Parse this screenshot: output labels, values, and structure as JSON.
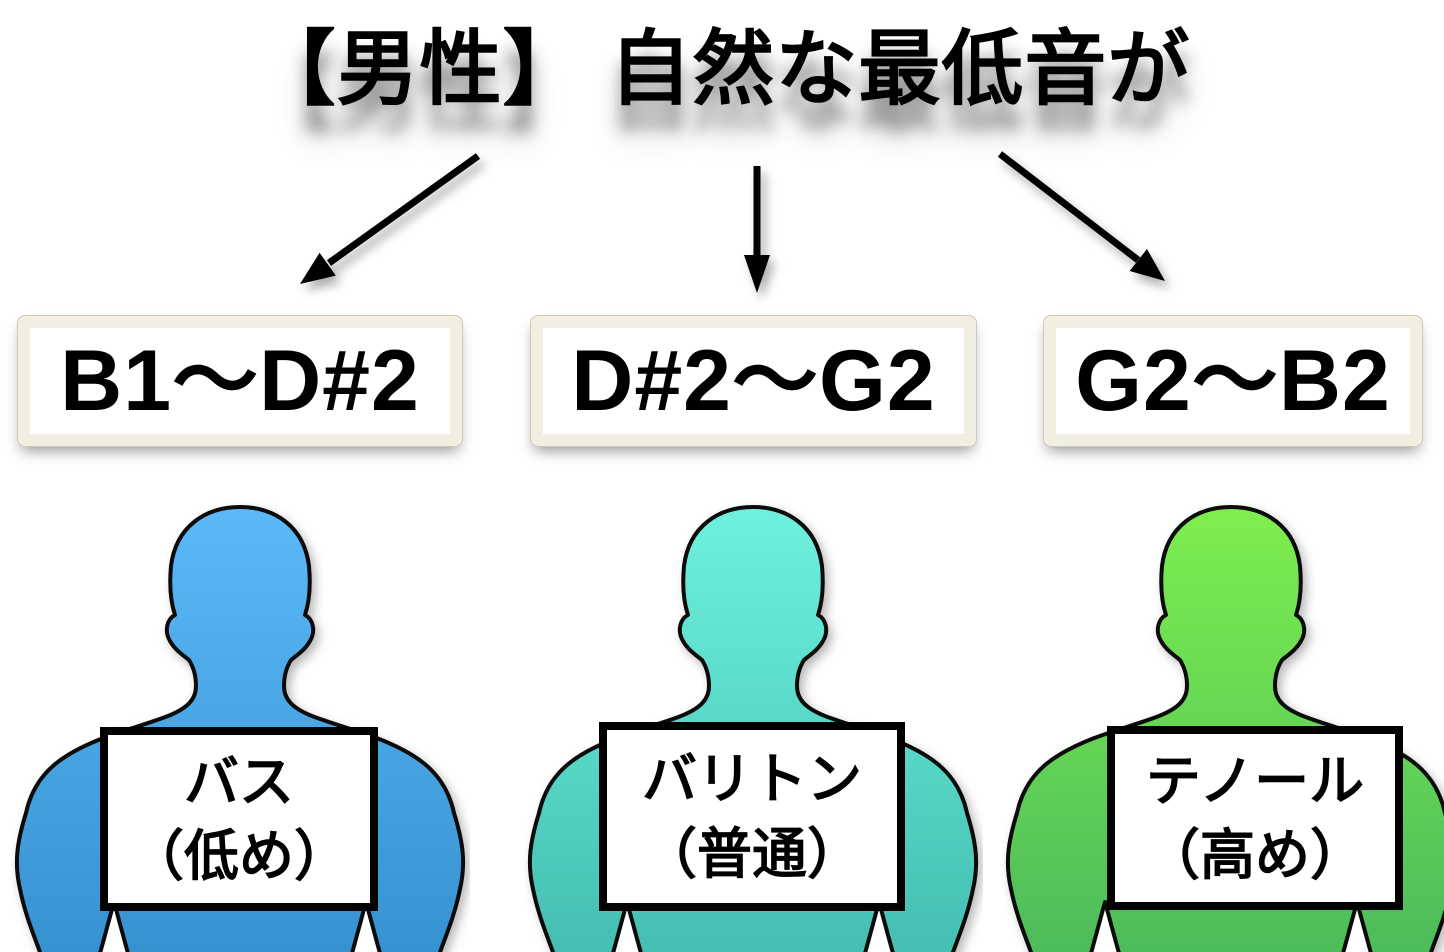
{
  "title": {
    "text": "【男性】 自然な最低音が"
  },
  "range_boxes": [
    {
      "label": "B1〜D#2"
    },
    {
      "label": "D#2〜G2"
    },
    {
      "label": "G2〜B2"
    }
  ],
  "voices": [
    {
      "name": "バス",
      "qualifier": "（低め）",
      "body_color_top": "#5cb9f8",
      "body_color_bottom": "#338fcd"
    },
    {
      "name": "バリトン",
      "qualifier": "（普通）",
      "body_color_top": "#6ef1dd",
      "body_color_bottom": "#41bbae"
    },
    {
      "name": "テノール",
      "qualifier": "（高め）",
      "body_color_top": "#7eee4e",
      "body_color_bottom": "#49b85c"
    }
  ],
  "style_colors": {
    "background": "#ffffff",
    "text": "#000000",
    "arrow": "#000000",
    "range_box_frame": "#f2efe2",
    "range_box_edge": "#cfc9b6",
    "name_box_border": "#000000",
    "silhouette_outline": "#0b0b0b"
  }
}
